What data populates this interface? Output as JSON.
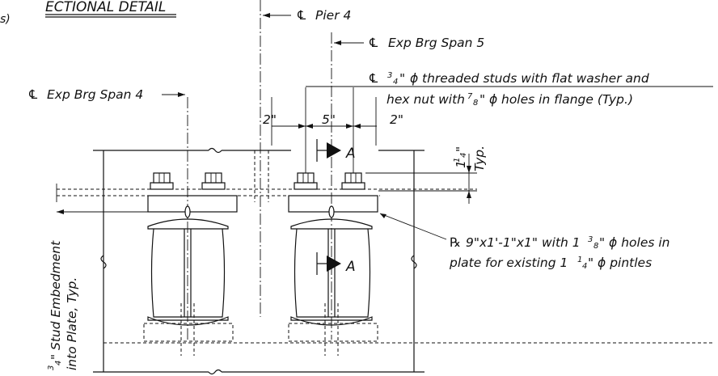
{
  "title_fragment": "ECTIONAL DETAIL",
  "subtitle_fragment": "s)",
  "labels": {
    "pier": "Pier 4",
    "brg_span5": "Exp Brg Span 5",
    "brg_span4": "Exp Brg Span 4",
    "stud_note_line1": "threaded studs with flat washer and",
    "stud_note_line2": "hex nut with",
    "stud_note_line2_tail": "holes in flange (Typ.)",
    "plate_note_line1": "9\"x1'-1\"x1\" with 1",
    "plate_note_line1_tail": "\" ϕ holes in",
    "plate_note_line2": "plate for existing 1",
    "plate_note_line2_tail": "\" ϕ pintles",
    "embed_line1": "\" Stud Embedment",
    "embed_line2": "into Plate, Typ.",
    "section_a": "A"
  },
  "dims": {
    "left_2": "2\"",
    "mid_5": "5\"",
    "right_2": "2\"",
    "one_q": "1",
    "typ": "Typ."
  },
  "fractions": {
    "three_quarter_num": "3",
    "three_quarter_den": "4",
    "seven_eighth_num": "7",
    "seven_eighth_den": "8",
    "three_eighth_num": "3",
    "three_eighth_den": "8",
    "one_quarter_num": "1",
    "one_quarter_den": "4"
  },
  "symbols": {
    "centerline": "℄",
    "plate": "℞",
    "diameter": "ϕ",
    "inch": "\""
  }
}
